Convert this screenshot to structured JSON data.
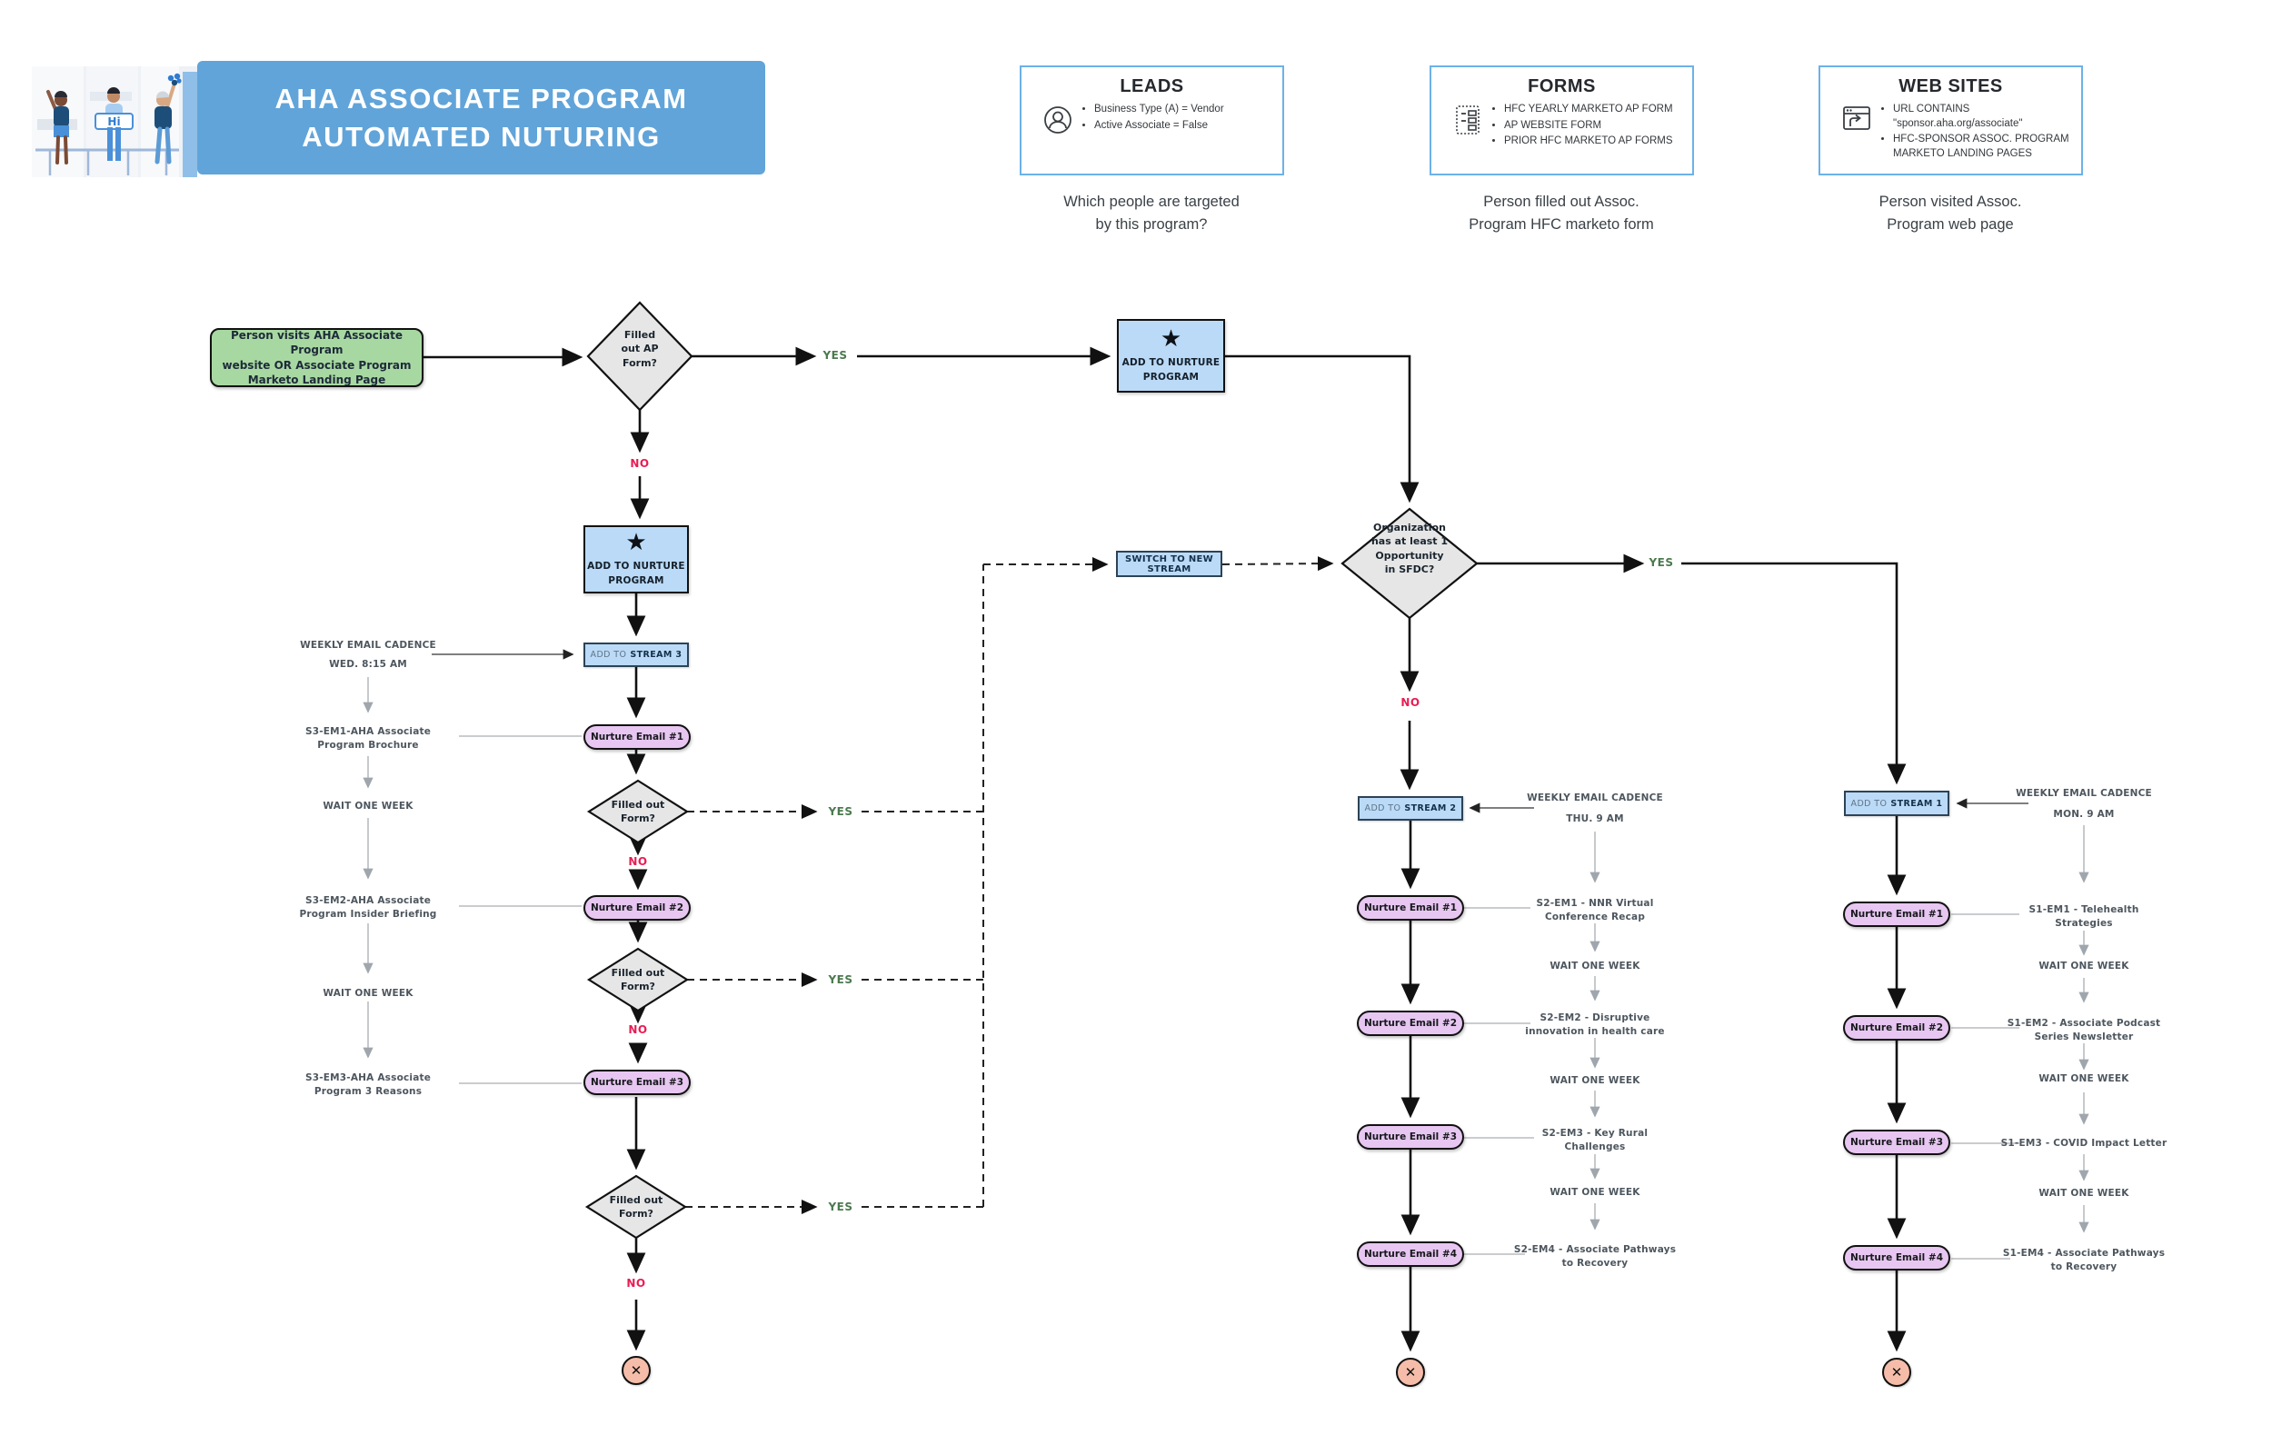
{
  "header": {
    "title_line1": "AHA ASSOCIATE PROGRAM",
    "title_line2": "AUTOMATED NUTURING",
    "hi_sign": "Hi"
  },
  "cards": {
    "leads": {
      "title": "LEADS",
      "bullets": [
        "Business Type (A) = Vendor",
        "Active Associate = False"
      ],
      "caption": "Which people are targeted\nby this program?"
    },
    "forms": {
      "title": "FORMS",
      "bullets": [
        "HFC YEARLY MARKETO AP FORM",
        "AP WEBSITE FORM",
        "PRIOR HFC MARKETO AP FORMS"
      ],
      "caption": "Person filled out Assoc.\nProgram HFC marketo form"
    },
    "websites": {
      "title": "WEB SITES",
      "bullets": [
        "URL CONTAINS\n\"sponsor.aha.org/associate\"",
        "HFC-SPONSOR ASSOC. PROGRAM\nMARKETO LANDING PAGES"
      ],
      "caption": "Person visited Assoc.\nProgram web page"
    }
  },
  "flow": {
    "start": "Person visits AHA Associate Program\nwebsite OR Associate Program\nMarketo Landing Page",
    "decision_ap_form": "Filled\nout AP\nForm?",
    "decision_filled_form": "Filled out\nForm?",
    "decision_sfdc": "Organization\nhas at least 1\nOpportunity\nin SFDC?",
    "add_to_nurture": "ADD TO NURTURE\nPROGRAM",
    "switch_label": "SWITCH TO NEW STREAM",
    "yes": "YES",
    "no": "NO",
    "end_x": "✕",
    "star": "★"
  },
  "streams": {
    "s3": {
      "prefix": "ADD TO",
      "name": "STREAM 3",
      "cadence": "WEEKLY EMAIL CADENCE",
      "time": "WED. 8:15 AM",
      "wait": "WAIT ONE WEEK",
      "emails": [
        "Nurture Email #1",
        "Nurture Email #2",
        "Nurture Email #3"
      ],
      "labels": [
        "S3-EM1-AHA Associate\nProgram Brochure",
        "S3-EM2-AHA Associate\nProgram Insider Briefing",
        "S3-EM3-AHA Associate\nProgram 3 Reasons"
      ]
    },
    "s2": {
      "prefix": "ADD TO",
      "name": "STREAM 2",
      "cadence": "WEEKLY EMAIL CADENCE",
      "time": "THU. 9 AM",
      "wait": "WAIT ONE WEEK",
      "emails": [
        "Nurture Email #1",
        "Nurture Email #2",
        "Nurture Email #3",
        "Nurture Email #4"
      ],
      "labels": [
        "S2-EM1 - NNR Virtual\nConference Recap",
        "S2-EM2 - Disruptive\ninnovation in health care",
        "S2-EM3 - Key Rural\nChallenges",
        "S2-EM4 - Associate Pathways\nto Recovery"
      ]
    },
    "s1": {
      "prefix": "ADD TO",
      "name": "STREAM 1",
      "cadence": "WEEKLY EMAIL CADENCE",
      "time": "MON. 9 AM",
      "wait": "WAIT ONE WEEK",
      "emails": [
        "Nurture Email #1",
        "Nurture Email #2",
        "Nurture Email #3",
        "Nurture Email #4"
      ],
      "labels": [
        "S1-EM1 - Telehealth\nStrategies",
        "S1-EM2 - Associate Podcast\nSeries Newsletter",
        "S1-EM3 - COVID Impact Letter",
        "S1-EM4 - Associate Pathways\nto Recovery"
      ]
    }
  },
  "colors": {
    "banner_blue": "#61A4D9",
    "process_blue": "#BADAF7",
    "pill_purple": "#E7C6F1",
    "start_green": "#A8D8A2",
    "end_salmon": "#F5BDA9",
    "yes_green": "#4C7A4F",
    "no_red": "#EA1C53",
    "card_border": "#6CB2E8"
  }
}
